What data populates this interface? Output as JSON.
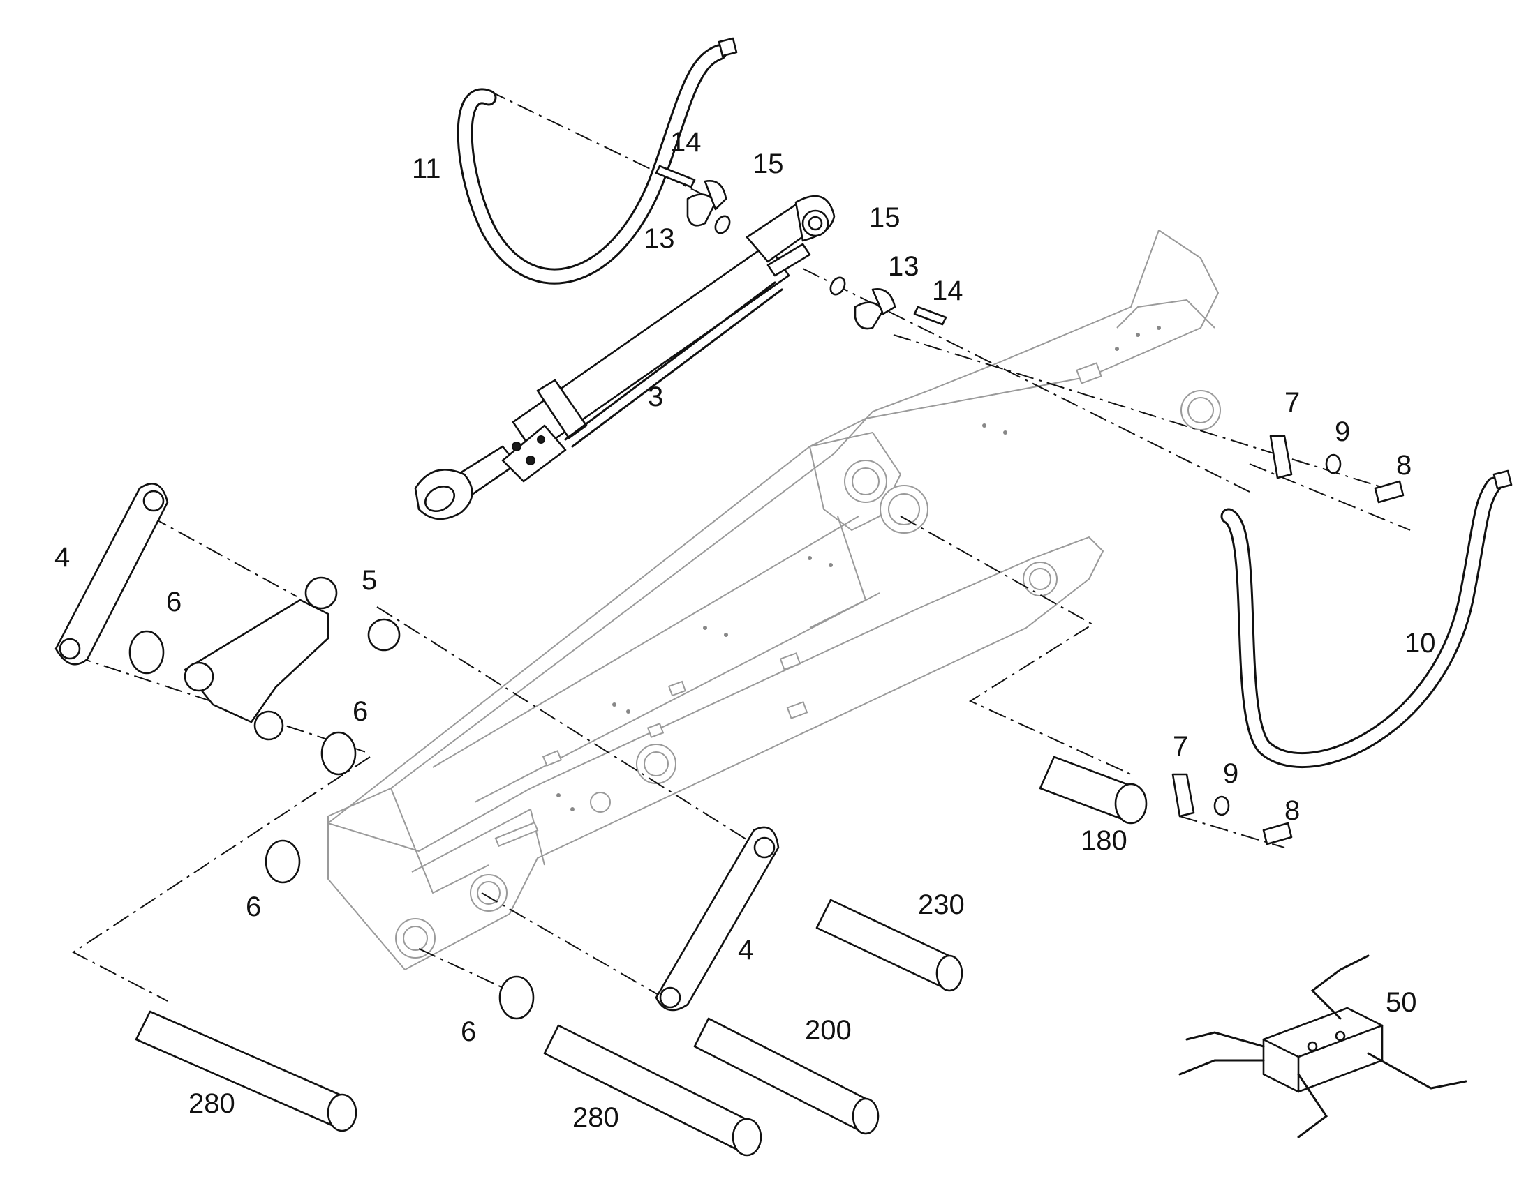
{
  "diagram": {
    "type": "exploded parts view",
    "line_color": "#111111",
    "background_color": "#ffffff",
    "ghost_color": "#9a9a9a"
  },
  "labels": {
    "l3": "3",
    "l4a": "4",
    "l4b": "4",
    "l5": "5",
    "l6a": "6",
    "l6b": "6",
    "l6c": "6",
    "l6d": "6",
    "l7a": "7",
    "l7b": "7",
    "l8a": "8",
    "l8b": "8",
    "l9a": "9",
    "l9b": "9",
    "l10": "10",
    "l11": "11",
    "l13a": "13",
    "l13b": "13",
    "l14a": "14",
    "l14b": "14",
    "l15a": "15",
    "l15b": "15",
    "l50": "50",
    "l180": "180",
    "l200": "200",
    "l230": "230",
    "l280a": "280",
    "l280b": "280"
  }
}
